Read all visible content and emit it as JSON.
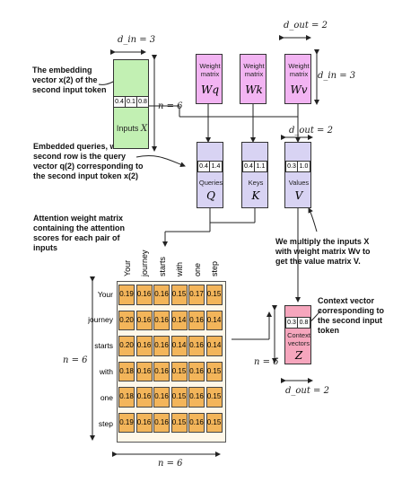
{
  "dims": {
    "d_in_top": "d_in = 3",
    "d_in_side": "d_in = 3",
    "d_out_top": "d_out = 2",
    "d_out_mid": "d_out = 2",
    "d_out_bottom": "d_out = 2",
    "n_input": "n = 6",
    "n_attn_side": "n = 6",
    "n_attn_bottom": "n = 6",
    "n_context": "n = 6"
  },
  "annotations": {
    "embedding": [
      "The embedding",
      "vector x(2) of the",
      "second input token"
    ],
    "queries": [
      "Embedded queries, where the",
      "second row is the query",
      "vector q(2) corresponding to",
      "the second input token x(2)"
    ],
    "attention": [
      "Attention weight matrix",
      "containing the attention",
      "scores for each pair of",
      "inputs"
    ],
    "multiply": [
      "We multiply the inputs X",
      "with weight matrix Wv to",
      "get the value matrix V."
    ],
    "context": [
      "Context vector",
      "corresponding to",
      "the second input",
      "token"
    ]
  },
  "inputs": {
    "caption": "Inputs",
    "symbol": "X",
    "values": [
      "0.4",
      "0.1",
      "0.8"
    ]
  },
  "weights": [
    {
      "caption": [
        "Weight",
        "matrix"
      ],
      "symbol": "Wq"
    },
    {
      "caption": [
        "Weight",
        "matrix"
      ],
      "symbol": "Wk"
    },
    {
      "caption": [
        "Weight",
        "matrix"
      ],
      "symbol": "Wv"
    }
  ],
  "qkv": [
    {
      "caption": "Queries",
      "symbol": "Q",
      "values": [
        "0.4",
        "1.4"
      ]
    },
    {
      "caption": "Keys",
      "symbol": "K",
      "values": [
        "0.4",
        "1.1"
      ]
    },
    {
      "caption": "Values",
      "symbol": "V",
      "values": [
        "0.3",
        "1.0"
      ]
    }
  ],
  "context": {
    "caption": [
      "Context",
      "vectors"
    ],
    "symbol": "Z",
    "values": [
      "0.3",
      "0.8"
    ]
  },
  "attention": {
    "tokens": [
      "Your",
      "journey",
      "starts",
      "with",
      "one",
      "step"
    ],
    "matrix": [
      [
        "0.19",
        "0.16",
        "0.16",
        "0.15",
        "0.17",
        "0.15"
      ],
      [
        "0.20",
        "0.16",
        "0.16",
        "0.14",
        "0.16",
        "0.14"
      ],
      [
        "0.20",
        "0.16",
        "0.16",
        "0.14",
        "0.16",
        "0.14"
      ],
      [
        "0.18",
        "0.16",
        "0.16",
        "0.15",
        "0.16",
        "0.15"
      ],
      [
        "0.18",
        "0.16",
        "0.16",
        "0.15",
        "0.16",
        "0.15"
      ],
      [
        "0.19",
        "0.16",
        "0.16",
        "0.15",
        "0.16",
        "0.15"
      ]
    ]
  },
  "colors": {
    "weight": "#f2b4f2",
    "qkv": "#d8d3f3",
    "input": "#c2f0b3",
    "context": "#f6a6bd",
    "attention": "#f3b55a"
  }
}
